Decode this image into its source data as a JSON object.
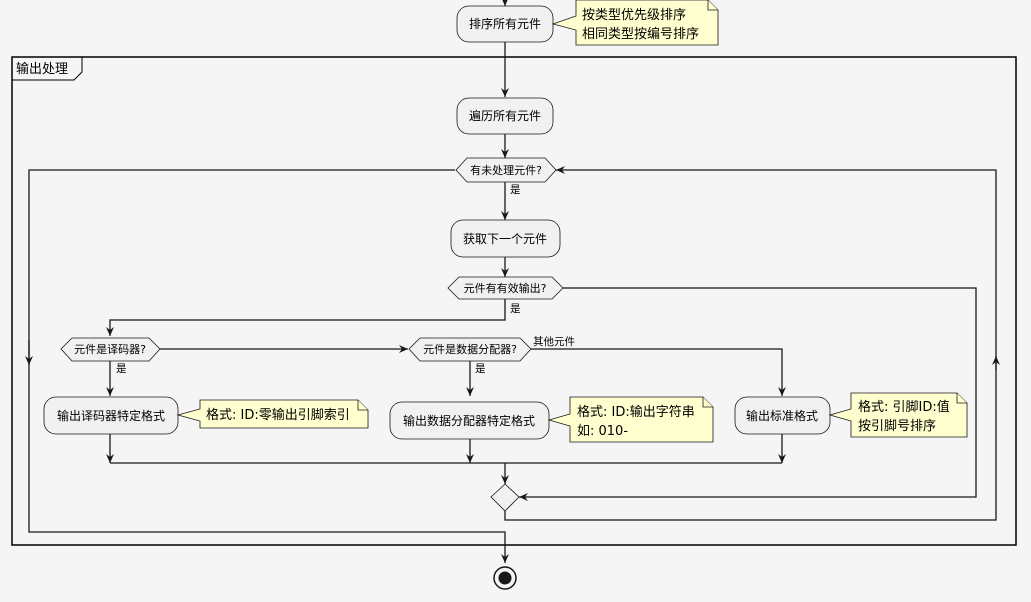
{
  "diagram": {
    "partition_title": "输出处理",
    "activities": {
      "sort": "排序所有元件",
      "iterate": "遍历所有元件",
      "next": "获取下一个元件",
      "decoder_out": "输出译码器特定格式",
      "demux_out": "输出数据分配器特定格式",
      "standard_out": "输出标准格式"
    },
    "decisions": {
      "unprocessed": "有未处理元件?",
      "valid_output": "元件有有效输出?",
      "is_decoder": "元件是译码器?",
      "is_demux": "元件是数据分配器?"
    },
    "labels": {
      "yes_unprocessed": "是",
      "yes_valid": "是",
      "yes_decoder": "是",
      "yes_demux": "是",
      "other": "其他元件"
    },
    "notes": {
      "sort": [
        "按类型优先级排序",
        "相同类型按编号排序"
      ],
      "decoder": [
        "格式: ID:零输出引脚索引"
      ],
      "demux": [
        "格式: ID:输出字符串",
        "如: 010-"
      ],
      "standard": [
        "格式: 引脚ID:值",
        "按引脚号排序"
      ]
    }
  }
}
